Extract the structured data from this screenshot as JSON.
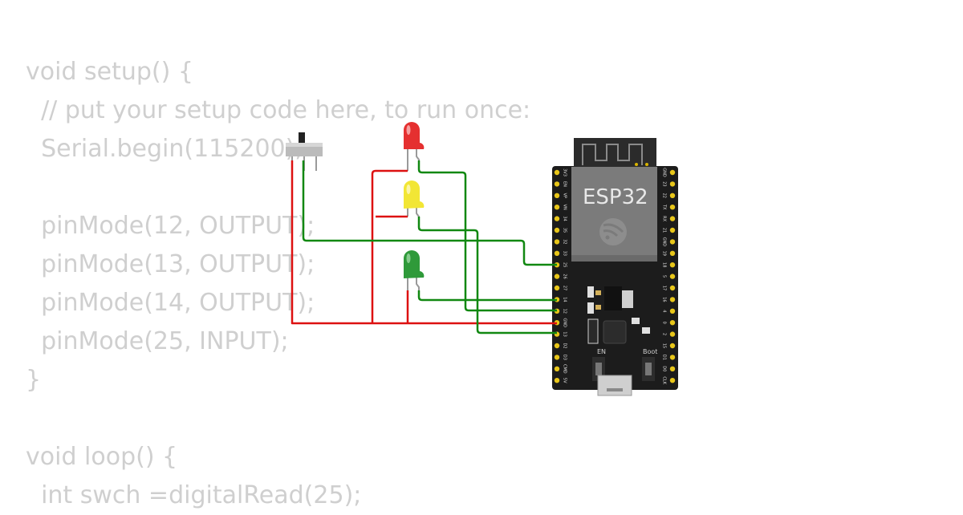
{
  "code": {
    "lines": [
      "void setup() {",
      "  // put your setup code here, to run once:",
      "  Serial.begin(115200);",
      "",
      "  pinMode(12, OUTPUT);",
      "  pinMode(13, OUTPUT);",
      "  pinMode(14, OUTPUT);",
      "  pinMode(25, INPUT);",
      "}",
      "",
      "void loop() {",
      "  int swch =digitalRead(25);"
    ]
  },
  "board": {
    "module_label": "ESP32",
    "en_label": "EN",
    "boot_label": "Boot",
    "left_pins": [
      "3V3",
      "EN",
      "VP",
      "VN",
      "34",
      "35",
      "32",
      "33",
      "25",
      "26",
      "27",
      "14",
      "12",
      "GND",
      "13",
      "D2",
      "D3",
      "CMD",
      "5V"
    ],
    "right_pins": [
      "GND",
      "23",
      "22",
      "TX",
      "RX",
      "21",
      "GND",
      "19",
      "18",
      "5",
      "17",
      "16",
      "4",
      "0",
      "2",
      "15",
      "D1",
      "D0",
      "CLK"
    ]
  },
  "components": {
    "leds": [
      {
        "color": "red",
        "hex": "#e53030"
      },
      {
        "color": "yellow",
        "hex": "#f2e635"
      },
      {
        "color": "green",
        "hex": "#2f9a3a"
      }
    ],
    "switch": "slide-switch",
    "wire_colors": {
      "power": "#dd1111",
      "signal": "#118811"
    }
  }
}
